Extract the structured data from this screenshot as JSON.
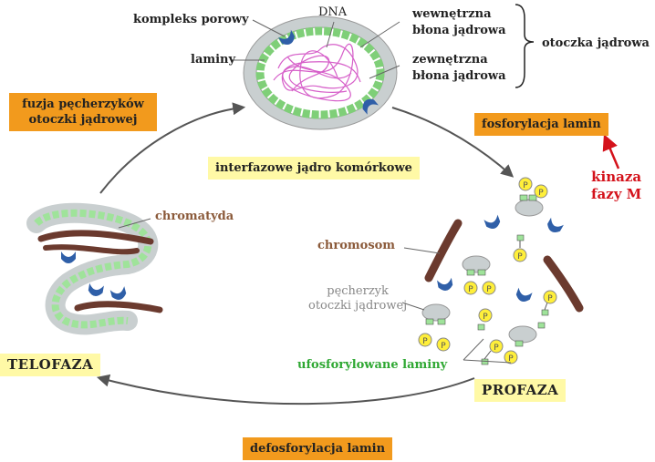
{
  "labels": {
    "kompleks_porowy": "kompleks porowy",
    "dna": "DNA",
    "laminy": "laminy",
    "wewnetrzna_1": "wewnętrzna",
    "wewnetrzna_2": "błona jądrowa",
    "zewnetrzna_1": "zewnętrzna",
    "zewnetrzna_2": "błona jądrowa",
    "otoczka": "otoczka jądrowa",
    "interfazowe": "interfazowe jądro komórkowe",
    "fuzja_1": "fuzja pęcherzyków",
    "fuzja_2": "otoczki jądrowej",
    "fosforylacja": "fosforylacja lamin",
    "kinaza_1": "kinaza",
    "kinaza_2": "fazy M",
    "chromatyda": "chromatyda",
    "chromosom": "chromosom",
    "pecherzyk_1": "pęcherzyk",
    "pecherzyk_2": "otoczki jądrowej",
    "ufosforylowane": "ufosforylowane laminy",
    "telofaza": "TELOFAZA",
    "profaza": "PROFAZA",
    "defosforylacja": "defosforylacja lamin",
    "p": "P"
  },
  "colors": {
    "orange_box": "#f29a1d",
    "yellow_box": "#fff9a6",
    "lamina_green": "#9fe39a",
    "membrane_gray": "#c9cfd0",
    "pore_blue": "#2f5fa8",
    "dna_pink": "#d65fc9",
    "chromosome_brown": "#6b3a2e",
    "kinase_red": "#d4121b",
    "label_brown": "#8b5a3a",
    "label_green": "#2fa833",
    "phosphate_yellow": "#ffef3a"
  }
}
